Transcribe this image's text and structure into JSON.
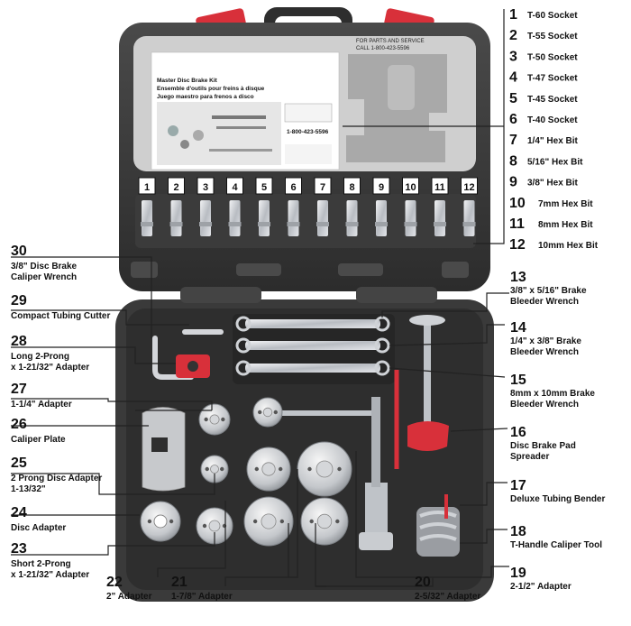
{
  "card": {
    "title_en": "Master Disc Brake Kit",
    "title_fr": "Ensemble d'outils pour freins à disque",
    "title_es": "Juego maestro para frenos a disco",
    "service_1": "FOR PARTS AND SERVICE",
    "service_2": "CALL 1-800-423-5596",
    "phone": "1-800-423-5596"
  },
  "slot_numbers": [
    "1",
    "2",
    "3",
    "4",
    "5",
    "6",
    "7",
    "8",
    "9",
    "10",
    "11",
    "12"
  ],
  "right_items": [
    {
      "num": "1",
      "lines": [
        "T-60 Socket"
      ]
    },
    {
      "num": "2",
      "lines": [
        "T-55 Socket"
      ]
    },
    {
      "num": "3",
      "lines": [
        "T-50 Socket"
      ]
    },
    {
      "num": "4",
      "lines": [
        "T-47 Socket"
      ]
    },
    {
      "num": "5",
      "lines": [
        "T-45 Socket"
      ]
    },
    {
      "num": "6",
      "lines": [
        "T-40 Socket"
      ]
    },
    {
      "num": "7",
      "lines": [
        "1/4\" Hex Bit"
      ]
    },
    {
      "num": "8",
      "lines": [
        "5/16\" Hex Bit"
      ]
    },
    {
      "num": "9",
      "lines": [
        "3/8\" Hex Bit"
      ]
    },
    {
      "num": "10",
      "lines": [
        "7mm Hex Bit"
      ]
    },
    {
      "num": "11",
      "lines": [
        "8mm Hex Bit"
      ]
    },
    {
      "num": "12",
      "lines": [
        "10mm Hex Bit"
      ]
    }
  ],
  "right_lower": [
    {
      "num": "13",
      "lines": [
        "3/8\" x 5/16\" Brake",
        "Bleeder Wrench"
      ]
    },
    {
      "num": "14",
      "lines": [
        "1/4\" x 3/8\" Brake",
        "Bleeder Wrench"
      ]
    },
    {
      "num": "15",
      "lines": [
        "8mm x 10mm Brake",
        "Bleeder Wrench"
      ]
    },
    {
      "num": "16",
      "lines": [
        "Disc Brake Pad",
        "Spreader"
      ]
    },
    {
      "num": "17",
      "lines": [
        "Deluxe Tubing Bender"
      ]
    },
    {
      "num": "18",
      "lines": [
        "T-Handle Caliper Tool"
      ]
    },
    {
      "num": "19",
      "lines": [
        "2-1/2\" Adapter"
      ]
    }
  ],
  "left_items": [
    {
      "num": "30",
      "lines": [
        "3/8\" Disc Brake",
        "Caliper Wrench"
      ]
    },
    {
      "num": "29",
      "lines": [
        "Compact Tubing Cutter"
      ]
    },
    {
      "num": "28",
      "lines": [
        "Long 2-Prong",
        "x 1-21/32\" Adapter"
      ]
    },
    {
      "num": "27",
      "lines": [
        "1-1/4\" Adapter"
      ]
    },
    {
      "num": "26",
      "lines": [
        "Caliper Plate"
      ]
    },
    {
      "num": "25",
      "lines": [
        "2 Prong Disc Adapter",
        "1-13/32\""
      ]
    },
    {
      "num": "24",
      "lines": [
        "Disc Adapter"
      ]
    },
    {
      "num": "23",
      "lines": [
        "Short 2-Prong",
        "x 1-21/32\" Adapter"
      ]
    }
  ],
  "bottom_items": [
    {
      "num": "22",
      "lines": [
        "2\" Adapter"
      ]
    },
    {
      "num": "21",
      "lines": [
        "1-7/8\" Adapter"
      ]
    },
    {
      "num": "20",
      "lines": [
        "2-5/32\" Adapter"
      ]
    }
  ],
  "colors": {
    "case": "#3a3a3a",
    "case_dark": "#2a2a2a",
    "latch": "#d8303a",
    "tool": "#cfd2d6",
    "label": "#111111"
  }
}
